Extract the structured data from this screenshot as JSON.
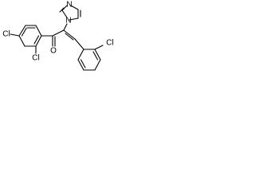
{
  "molecule": {
    "atoms": {
      "cl_ring1_para": "Cl",
      "cl_ring1_ortho": "Cl",
      "carbonyl_oxygen": "O",
      "imidazole_n1": "N",
      "imidazole_n3": "N",
      "cl_ring2_ortho": "Cl"
    },
    "colors": {
      "bond": "#000000",
      "label": "#000000",
      "background": "#ffffff"
    }
  }
}
